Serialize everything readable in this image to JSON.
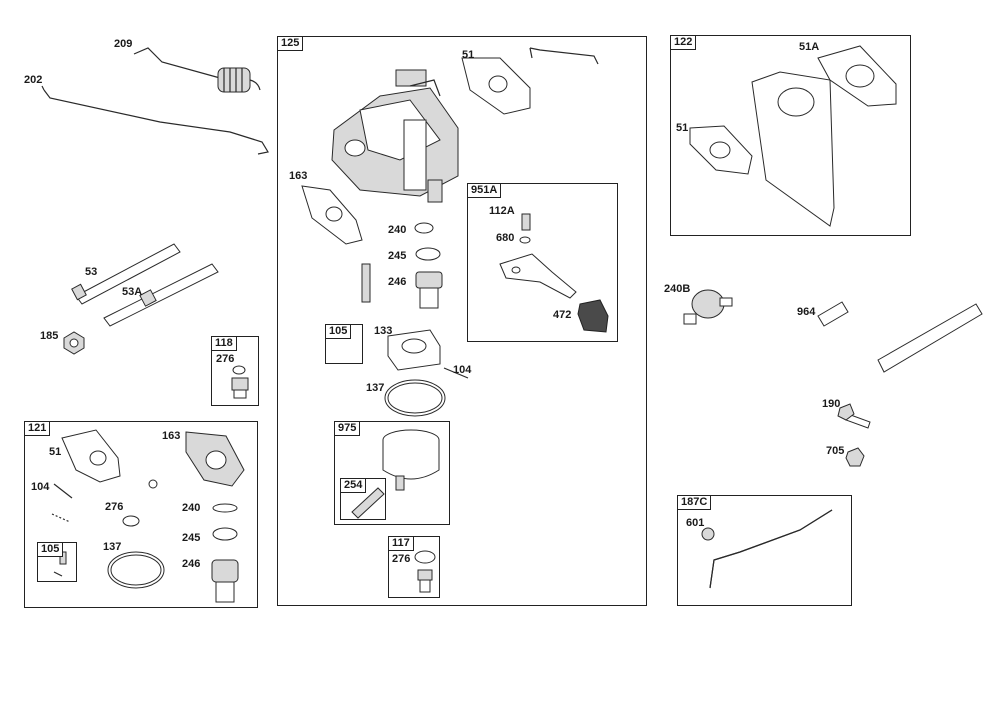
{
  "boxes": {
    "b125": "125",
    "b951a": "951A",
    "b122": "122",
    "b118": "118",
    "b121": "121",
    "b105a": "105",
    "b105b": "105",
    "b975": "975",
    "b254": "254",
    "b117": "117",
    "b187c": "187C"
  },
  "parts": {
    "p209": "209",
    "p202": "202",
    "p53": "53",
    "p53a": "53A",
    "p185": "185",
    "p276a": "276",
    "p51a": "51",
    "p163a": "163",
    "p104a": "104",
    "p276b": "276",
    "p240a": "240",
    "p137a": "137",
    "p245a": "245",
    "p246a": "246",
    "p51b": "51",
    "p163b": "163",
    "p240b": "240",
    "p245b": "245",
    "p246b": "246",
    "p133": "133",
    "p104b": "104",
    "p137b": "137",
    "p276c": "276",
    "p112a": "112A",
    "p680": "680",
    "p472": "472",
    "p51c": "51A",
    "p51d": "51",
    "p240bb": "240B",
    "p964": "964",
    "p190": "190",
    "p705": "705",
    "p601": "601"
  }
}
